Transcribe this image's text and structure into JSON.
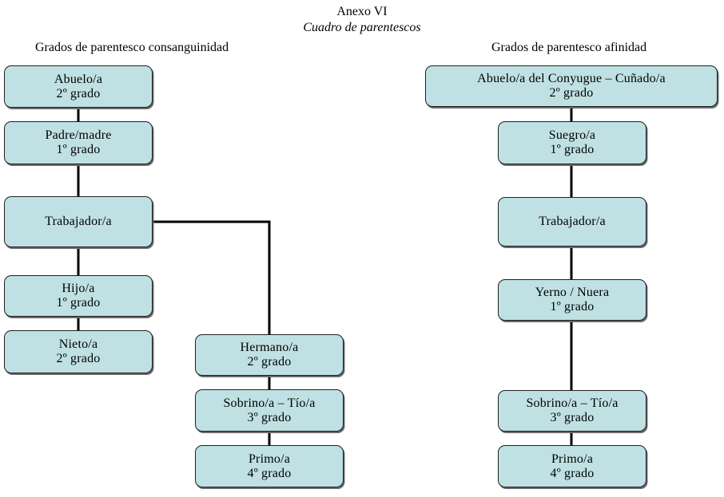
{
  "header": {
    "title": "Anexo VI",
    "subtitle": "Cuadro de parentescos"
  },
  "consanguinidad": {
    "heading": "Grados de parentesco consanguinidad",
    "abuelo": {
      "name": "Abuelo/a",
      "degree": "2º grado"
    },
    "padre": {
      "name": "Padre/madre",
      "degree": "1º grado"
    },
    "trabajador": {
      "name": "Trabajador/a"
    },
    "hijo": {
      "name": "Hijo/a",
      "degree": "1º grado"
    },
    "nieto": {
      "name": "Nieto/a",
      "degree": "2º grado"
    },
    "hermano": {
      "name": "Hermano/a",
      "degree": "2º grado"
    },
    "sobrino": {
      "name": "Sobrino/a – Tío/a",
      "degree": "3º grado"
    },
    "primo": {
      "name": "Primo/a",
      "degree": "4º grado"
    }
  },
  "afinidad": {
    "heading": "Grados de parentesco afinidad",
    "abuelo_conyugue": {
      "name": "Abuelo/a del Conyugue – Cuñado/a",
      "degree": "2º grado"
    },
    "suegro": {
      "name": "Suegro/a",
      "degree": "1º grado"
    },
    "trabajador": {
      "name": "Trabajador/a"
    },
    "yerno": {
      "name": "Yerno / Nuera",
      "degree": "1º grado"
    },
    "sobrino": {
      "name": "Sobrino/a – Tío/a",
      "degree": "3º grado"
    },
    "primo": {
      "name": "Primo/a",
      "degree": "4º grado"
    }
  },
  "colors": {
    "box_fill": "#bfe1e4",
    "border": "#1f1f1f",
    "connector": "#000000"
  }
}
